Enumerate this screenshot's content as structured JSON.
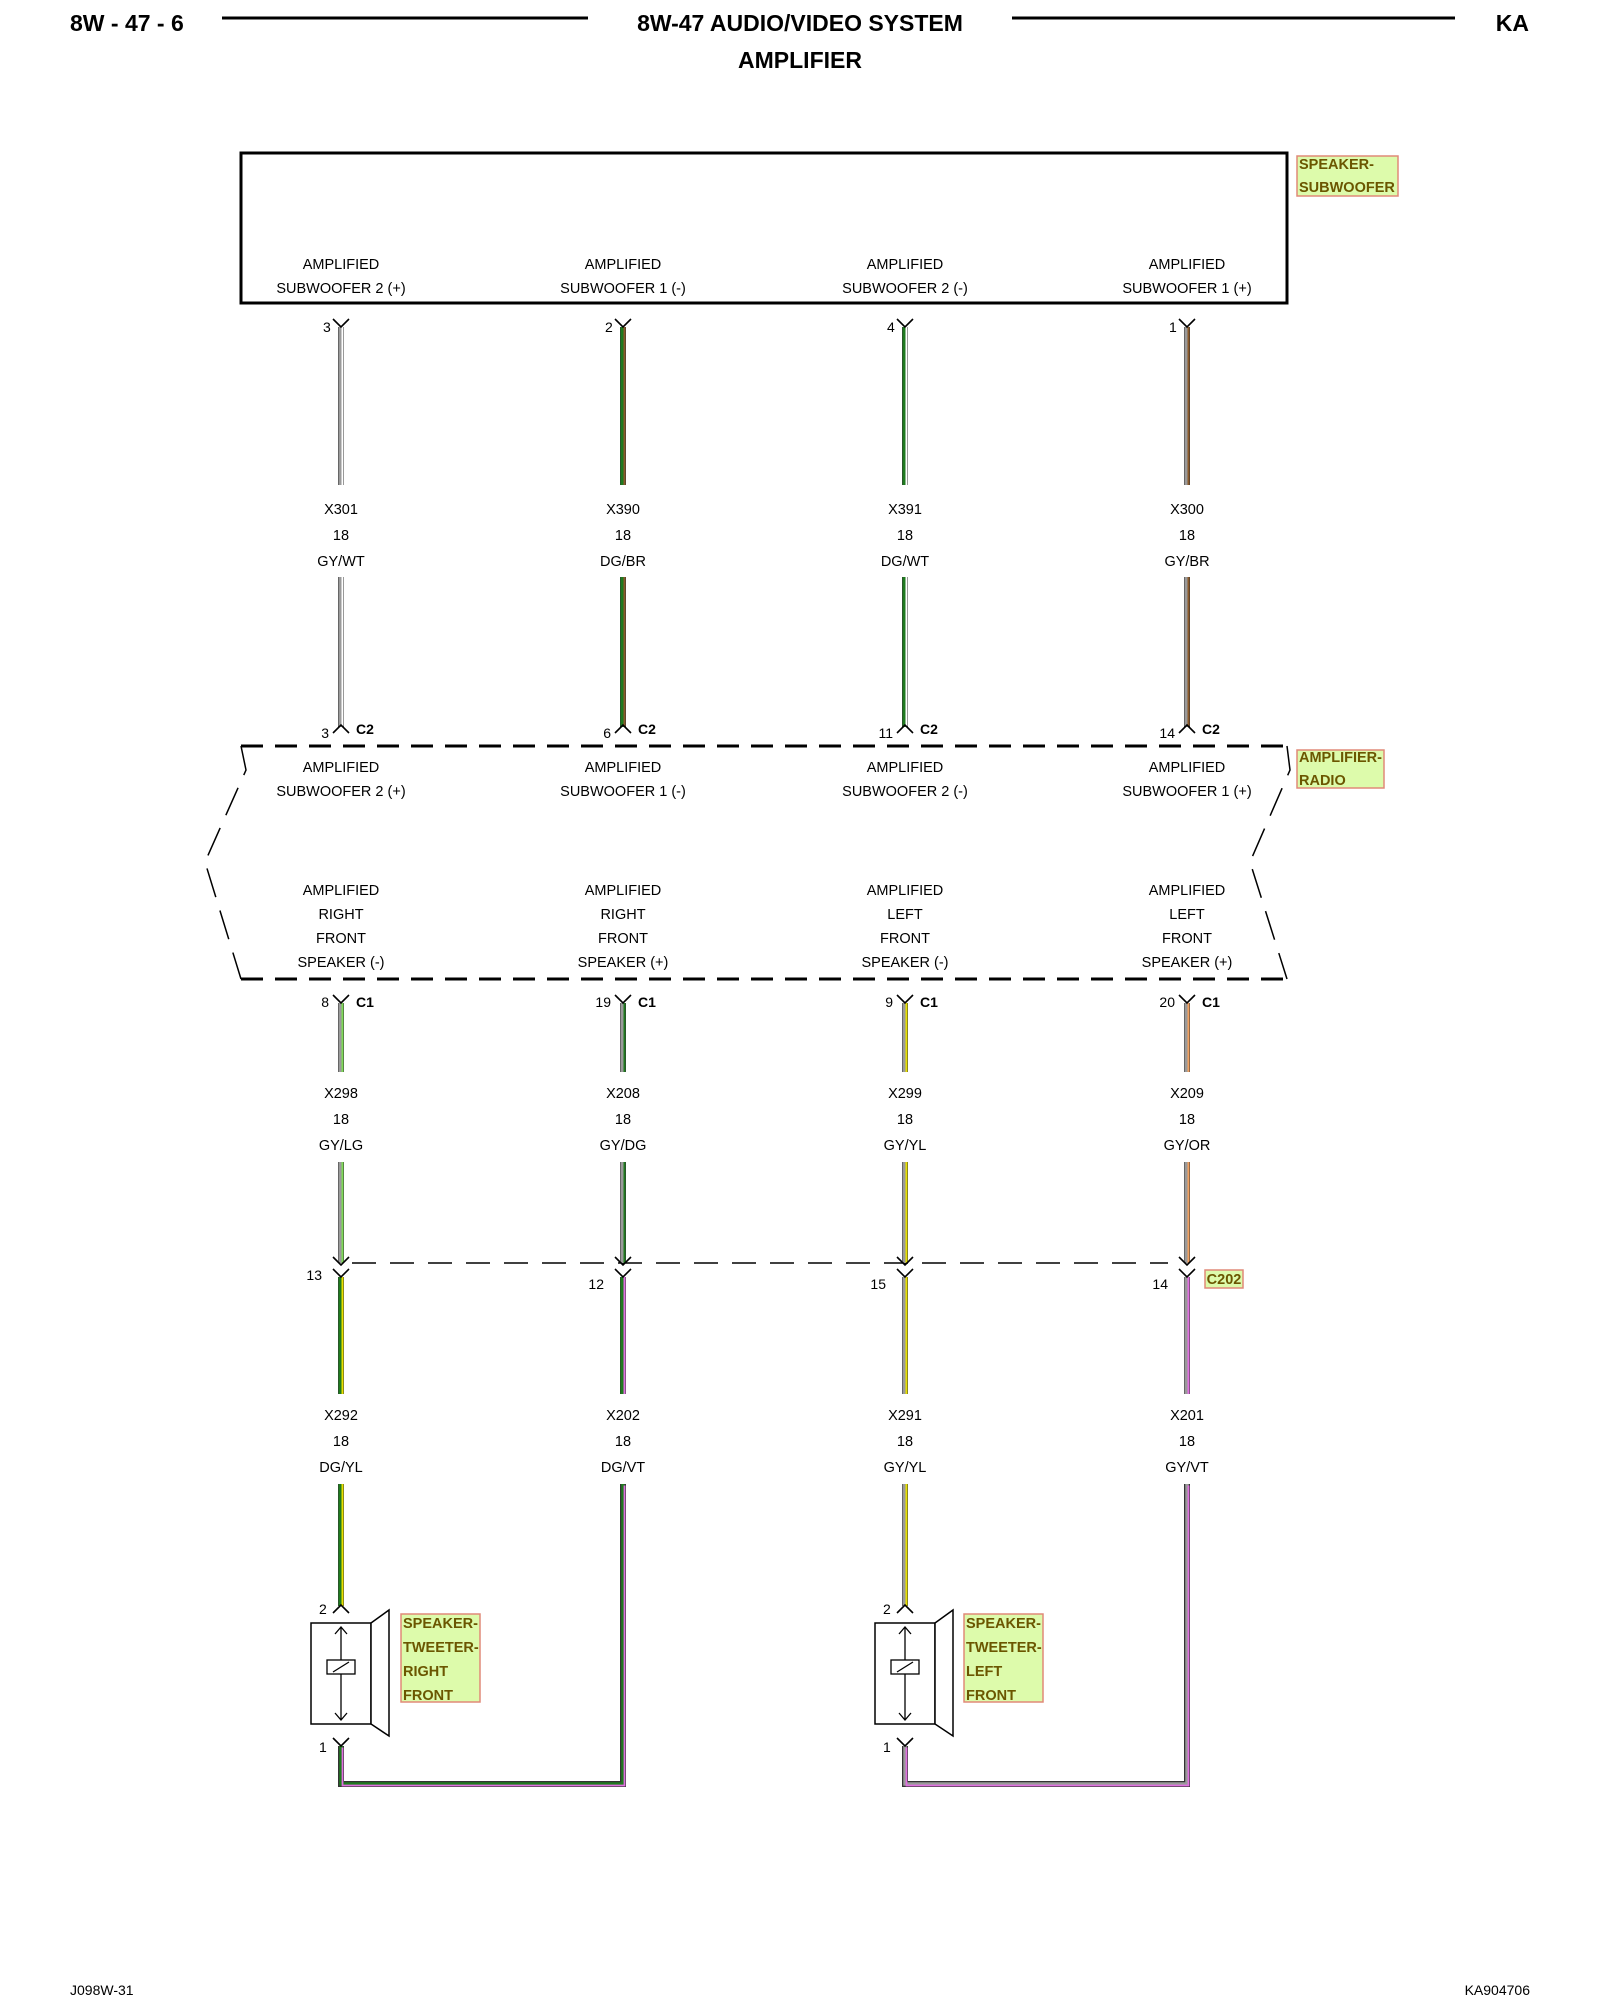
{
  "header": {
    "page": "8W - 47 - 6",
    "title": "8W-47 AUDIO/VIDEO SYSTEM",
    "subtitle": "AMPLIFIER",
    "code": "KA"
  },
  "footer": {
    "left": "J098W-31",
    "right": "KA904706"
  },
  "components": {
    "subwoofer": [
      "SPEAKER-",
      "SUBWOOFER"
    ],
    "amplifier": [
      "AMPLIFIER-",
      "RADIO"
    ],
    "tweeter_right": [
      "SPEAKER-",
      "TWEETER-",
      "RIGHT",
      "FRONT"
    ],
    "tweeter_left": [
      "SPEAKER-",
      "TWEETER-",
      "LEFT",
      "FRONT"
    ]
  },
  "colors": {
    "GY": "#9a9a9a",
    "WT": "#ffffff",
    "DG": "#1f7a1f",
    "BR": "#8b5a2b",
    "LG": "#7ed957",
    "YL": "#e8e000",
    "OR": "#f0a060",
    "VT": "#e070e0",
    "tag_fill": "#ddfbab",
    "tag_border": "#e08a78"
  },
  "subwoofer_box": {
    "labels": [
      [
        "AMPLIFIED",
        "SUBWOOFER 2 (+)"
      ],
      [
        "AMPLIFIED",
        "SUBWOOFER 1 (-)"
      ],
      [
        "AMPLIFIED",
        "SUBWOOFER 2 (-)"
      ],
      [
        "AMPLIFIED",
        "SUBWOOFER 1 (+)"
      ]
    ],
    "pins": [
      "3",
      "2",
      "4",
      "1"
    ]
  },
  "upper_wires": [
    {
      "circuit": "X301",
      "gauge": "18",
      "color": "GY/WT"
    },
    {
      "circuit": "X390",
      "gauge": "18",
      "color": "DG/BR"
    },
    {
      "circuit": "X391",
      "gauge": "18",
      "color": "DG/WT"
    },
    {
      "circuit": "X300",
      "gauge": "18",
      "color": "GY/BR"
    }
  ],
  "amp_c2": {
    "pins": [
      "3",
      "6",
      "11",
      "14"
    ],
    "connector": "C2"
  },
  "amp_top_labels": [
    [
      "AMPLIFIED",
      "SUBWOOFER 2 (+)"
    ],
    [
      "AMPLIFIED",
      "SUBWOOFER 1 (-)"
    ],
    [
      "AMPLIFIED",
      "SUBWOOFER 2 (-)"
    ],
    [
      "AMPLIFIED",
      "SUBWOOFER 1 (+)"
    ]
  ],
  "amp_bottom_labels": [
    [
      "AMPLIFIED",
      "RIGHT",
      "FRONT",
      "SPEAKER (-)"
    ],
    [
      "AMPLIFIED",
      "RIGHT",
      "FRONT",
      "SPEAKER (+)"
    ],
    [
      "AMPLIFIED",
      "LEFT",
      "FRONT",
      "SPEAKER (-)"
    ],
    [
      "AMPLIFIED",
      "LEFT",
      "FRONT",
      "SPEAKER (+)"
    ]
  ],
  "amp_c1": {
    "pins": [
      "8",
      "19",
      "9",
      "20"
    ],
    "connector": "C1"
  },
  "mid_wires": [
    {
      "circuit": "X298",
      "gauge": "18",
      "color": "GY/LG"
    },
    {
      "circuit": "X208",
      "gauge": "18",
      "color": "GY/DG"
    },
    {
      "circuit": "X299",
      "gauge": "18",
      "color": "GY/YL"
    },
    {
      "circuit": "X209",
      "gauge": "18",
      "color": "GY/OR"
    }
  ],
  "c202": {
    "pins": [
      "13",
      "12",
      "15",
      "14"
    ],
    "connector": "C202"
  },
  "lower_wires": [
    {
      "circuit": "X292",
      "gauge": "18",
      "color": "DG/YL"
    },
    {
      "circuit": "X202",
      "gauge": "18",
      "color": "DG/VT"
    },
    {
      "circuit": "X291",
      "gauge": "18",
      "color": "GY/YL"
    },
    {
      "circuit": "X201",
      "gauge": "18",
      "color": "GY/VT"
    }
  ],
  "tweeter_pins": {
    "top": "2",
    "bottom": "1"
  }
}
